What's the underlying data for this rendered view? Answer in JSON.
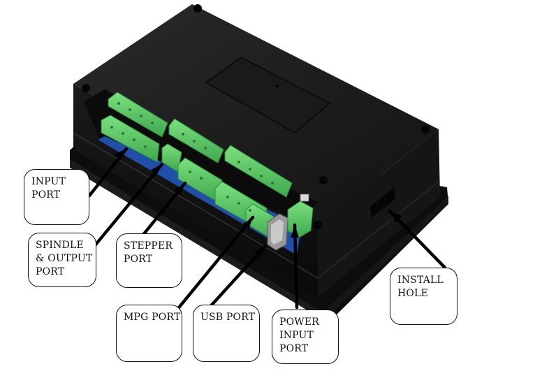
{
  "colors": {
    "case": "#1b1b1b",
    "terminal": "#57c565",
    "pcb": "#1f4fa8",
    "background": "#ffffff"
  },
  "labels": {
    "input": [
      "INPUT",
      "PORT"
    ],
    "spindle": [
      "SPINDLE",
      "& OUTPUT",
      "PORT"
    ],
    "stepper": [
      "STEPPER",
      "PORT"
    ],
    "mpg": [
      "MPG PORT"
    ],
    "usb": [
      "USB PORT"
    ],
    "power": [
      "POWER",
      "INPUT",
      "PORT"
    ],
    "install": [
      "INSTALL",
      "HOLE"
    ]
  }
}
